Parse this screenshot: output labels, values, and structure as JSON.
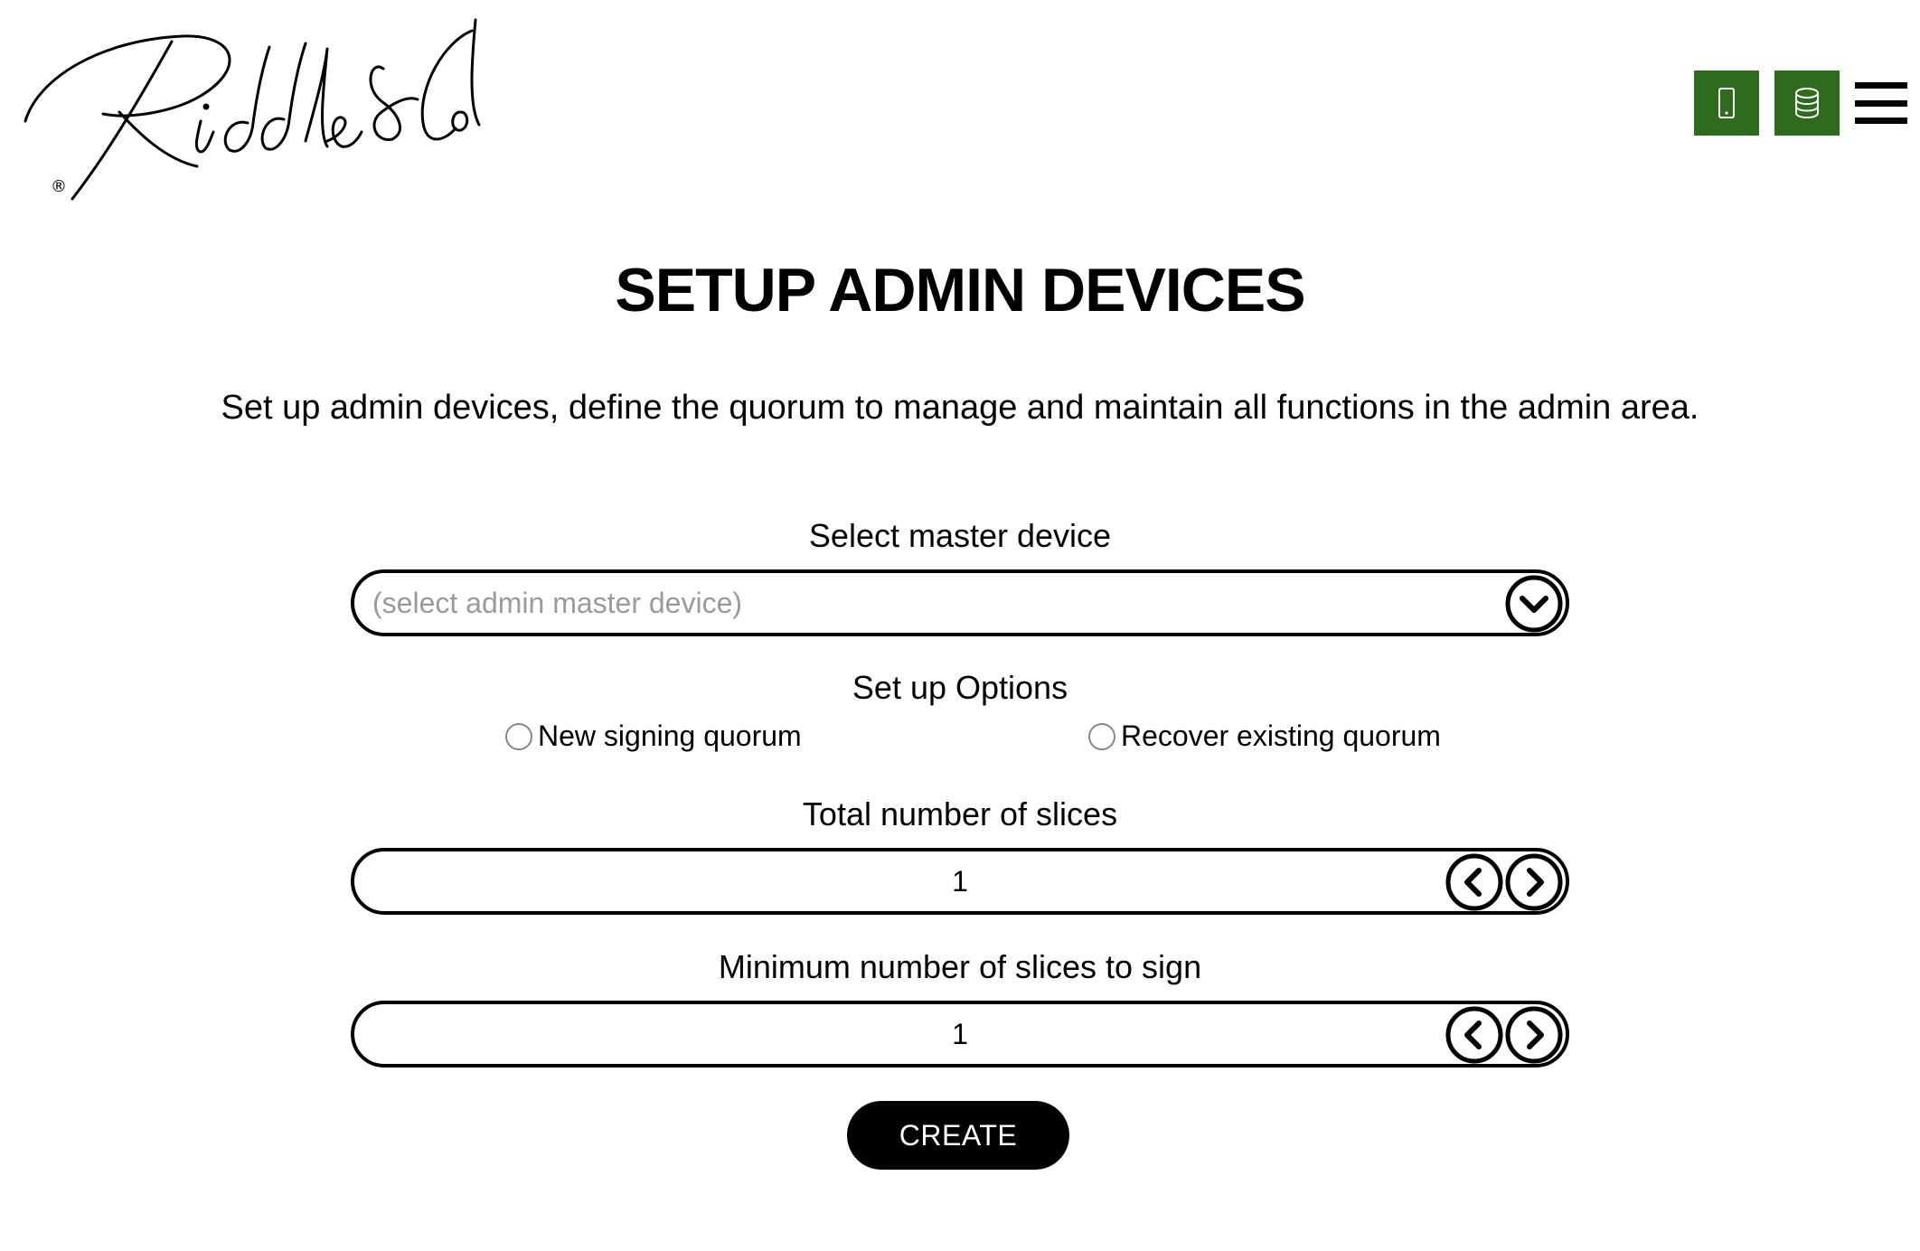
{
  "header": {
    "logo_icon": "riddle-and-code-signature-logo",
    "accent_color": "#2e6b1c",
    "actions": [
      {
        "icon": "mobile-device-icon"
      },
      {
        "icon": "database-icon"
      },
      {
        "icon": "hamburger-menu-icon"
      }
    ]
  },
  "main": {
    "title": "SETUP ADMIN DEVICES",
    "description": "Set up admin devices, define the quorum to manage and maintain all functions in the admin area.",
    "master_device": {
      "label": "Select master device",
      "placeholder": "(select admin master device)"
    },
    "setup_options": {
      "label": "Set up Options",
      "options": [
        "New signing quorum",
        "Recover existing quorum"
      ]
    },
    "total_slices": {
      "label": "Total number of slices",
      "value": "1"
    },
    "min_slices": {
      "label": "Minimum number of slices to sign",
      "value": "1"
    },
    "create_label": "CREATE"
  }
}
